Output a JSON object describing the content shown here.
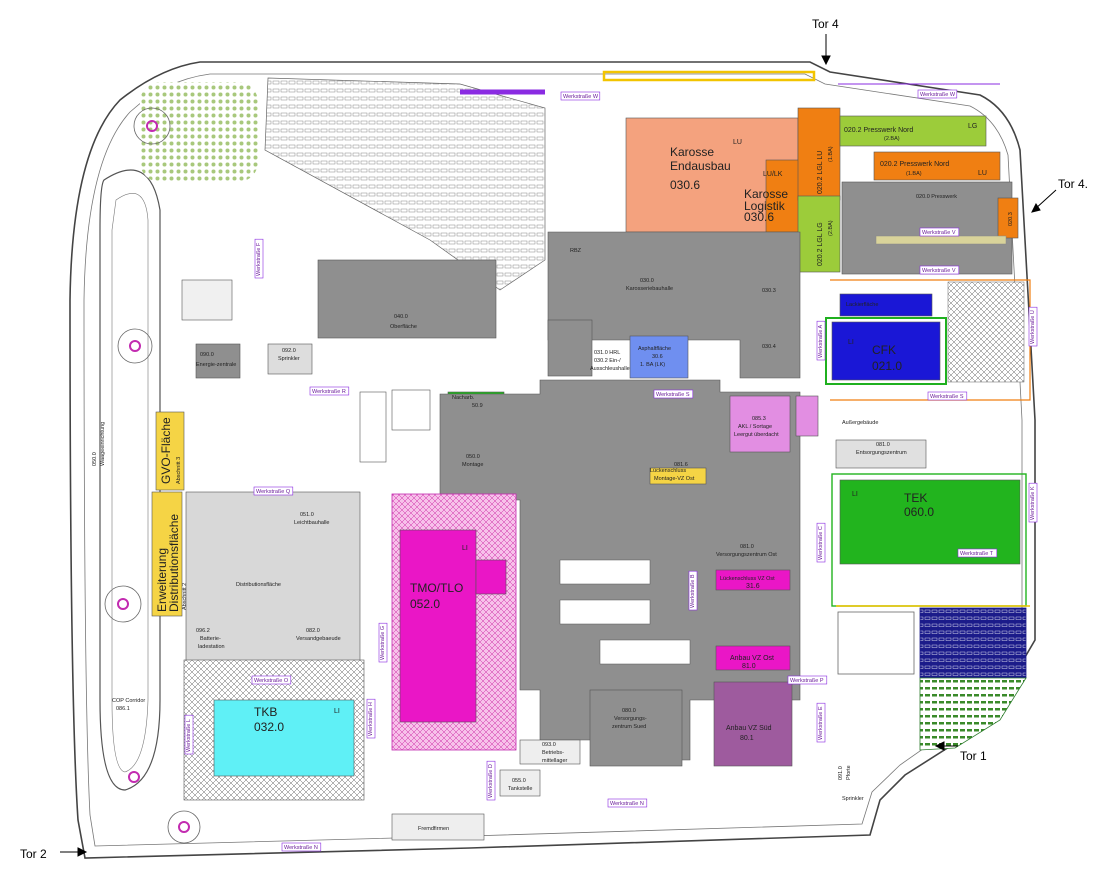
{
  "gates": {
    "tor4_top": "Tor 4",
    "tor4_right": "Tor 4.",
    "tor1": "Tor 1",
    "tor2": "Tor 2"
  },
  "colors": {
    "salmon": "#f4a27e",
    "orange": "#f07f12",
    "lime": "#9ccc3a",
    "gray": "#8f8f8f",
    "blue": "#1a17d6",
    "cyan": "#5ff0f6",
    "magenta": "#ea16c6",
    "green": "#22b41e",
    "yellow": "#f5d445",
    "purple": "#9e5b9e",
    "navy": "#1b1b8a",
    "road_label": "#8a2be2"
  },
  "buildings": {
    "karosse_endausbau": {
      "line1": "Karosse",
      "line2": "Endausbau",
      "code": "030.6",
      "tag": "LU"
    },
    "karosse_logistik": {
      "line1": "Karosse",
      "line2": "Logistik",
      "code": "030.6",
      "tag": "LU/LK"
    },
    "presswerk_nord_a": {
      "name": "020.2 Presswerk Nord",
      "sub": "(2.BA)",
      "tag": "LG"
    },
    "presswerk_nord_b": {
      "name": "020.2 Presswerk Nord",
      "sub": "(1.BA)",
      "tag": "LU"
    },
    "presswerk_lu": {
      "text": "020.2 LGL LU",
      "sub": "(1.BA)"
    },
    "presswerk_lg": {
      "text": "020.2 LGL LG",
      "sub": "(2.BA)"
    },
    "presswerk_main": {
      "name": "020.0 Presswerk"
    },
    "presswerk_0203": {
      "name": "020.3"
    },
    "karosseriebauhalle": {
      "code": "030.0",
      "name": "Karosseriebauhalle"
    },
    "rbz": {
      "name": "RBZ"
    },
    "k0303": {
      "name": "030.3"
    },
    "k0304": {
      "name": "030.4"
    },
    "asphaltflaeche": {
      "line1": "Asphaltfläche",
      "line2": "30.6",
      "line3": "1. BA (LK)"
    },
    "hrl": {
      "line1": "031.0 HRL",
      "line2": "030.2 Ein-/",
      "line3": "Ausschleushalle"
    },
    "oberflaeche": {
      "code": "040.0",
      "name": "Oberfläche"
    },
    "energiezentrale": {
      "code": "090.0",
      "name": "Energie-zentrale"
    },
    "sprinkler": {
      "code": "092.0",
      "name": "Sprinkler"
    },
    "nacharbeit": {
      "line1": "Nacharb.",
      "line2": "50.9"
    },
    "cfk": {
      "name": "CFK",
      "code": "021.0",
      "tag": "LI"
    },
    "cfk_top": {
      "name": "Lackierfläche"
    },
    "tek": {
      "name": "TEK",
      "code": "060.0",
      "tag": "LI"
    },
    "montage": {
      "code": "050.0",
      "name": "Montage"
    },
    "akl": {
      "line1": "085.3",
      "line2": "AKL / Sortage",
      "line3": "Leergut überdacht"
    },
    "lueckenschluss": {
      "line1": "081.6",
      "line2": "Lückenschluss",
      "line3": "Montage-VZ Ost"
    },
    "versorgung_ost": {
      "code": "081.0",
      "name": "Versorgungszentrum Ost"
    },
    "lueckenschluss_vz": {
      "name": "Lückenschluss VZ Ost",
      "code": "31.6"
    },
    "anbau_vz_ost": {
      "name": "Anbau VZ Ost",
      "code": "81.0"
    },
    "anbau_vz_sued": {
      "name": "Anbau VZ Süd",
      "code": "80.1"
    },
    "versorgung_sued": {
      "code": "080.0",
      "line1": "Versorgungs-",
      "line2": "zentrum Sued"
    },
    "leichtbauhalle": {
      "code": "051.0",
      "name": "Leichtbauhalle"
    },
    "tmo_tlo": {
      "name": "TMO/TLO",
      "code": "052.0",
      "tag": "LI"
    },
    "tkb": {
      "name": "TKB",
      "code": "032.0",
      "tag": "LI"
    },
    "distributionsflaeche": {
      "name": "Distributionsfläche"
    },
    "batterie": {
      "code": "096.2",
      "line1": "Batterie-",
      "line2": "ladestation"
    },
    "versandgebaeude": {
      "code": "082.0",
      "name": "Versandgebaeude"
    },
    "gvo": {
      "name": "GVO-Fläche",
      "sub": "Abschnitt 3"
    },
    "erweiterung": {
      "line1": "Erweiterung",
      "line2": "Distributionsfläche",
      "sub": "Abschnitt 2"
    },
    "entsorgung": {
      "code": "081.0",
      "name": "Entsorgungszentrum"
    },
    "tankstelle": {
      "code": "055.0",
      "name": "Tankstelle"
    },
    "betriebsmittel": {
      "code": "093.0",
      "line1": "Betriebs-",
      "line2": "mittellager"
    },
    "fremdfirmen": {
      "name": "Fremdfirmen"
    },
    "waegeinrichtung": {
      "code": "050.0",
      "name": "Waageeinrichtung"
    },
    "cop": {
      "code": "086.1",
      "name": "COP Corridor"
    },
    "pforte": {
      "code": "091.0",
      "name": "Pforte"
    },
    "sprinkler2": {
      "name": "Sprinkler"
    },
    "ausserbaeude": {
      "name": "Außergebäude"
    }
  },
  "roads": {
    "w_a": "Werkstraße A",
    "w_b": "Werkstraße B",
    "w_c": "Werkstraße C",
    "w_d": "Werkstraße D",
    "w_e": "Werkstraße E",
    "w_f": "Werkstraße F",
    "w_g": "Werkstraße G",
    "w_h": "Werkstraße H",
    "w_k": "Werkstraße K",
    "w_l": "Werkstraße L",
    "w_n": "Werkstraße N",
    "w_n2": "Werkstraße N",
    "w_o": "Werkstraße O",
    "w_p": "Werkstraße P",
    "w_q": "Werkstraße Q",
    "w_r": "Werkstraße R",
    "w_s": "Werkstraße S",
    "w_s2": "Werkstraße S",
    "w_t": "Werkstraße T",
    "w_u": "Werkstraße U",
    "w_v": "Werkstraße V",
    "w_v2": "Werkstraße V",
    "w_w": "Werkstraße W",
    "w_w2": "Werkstraße W"
  }
}
